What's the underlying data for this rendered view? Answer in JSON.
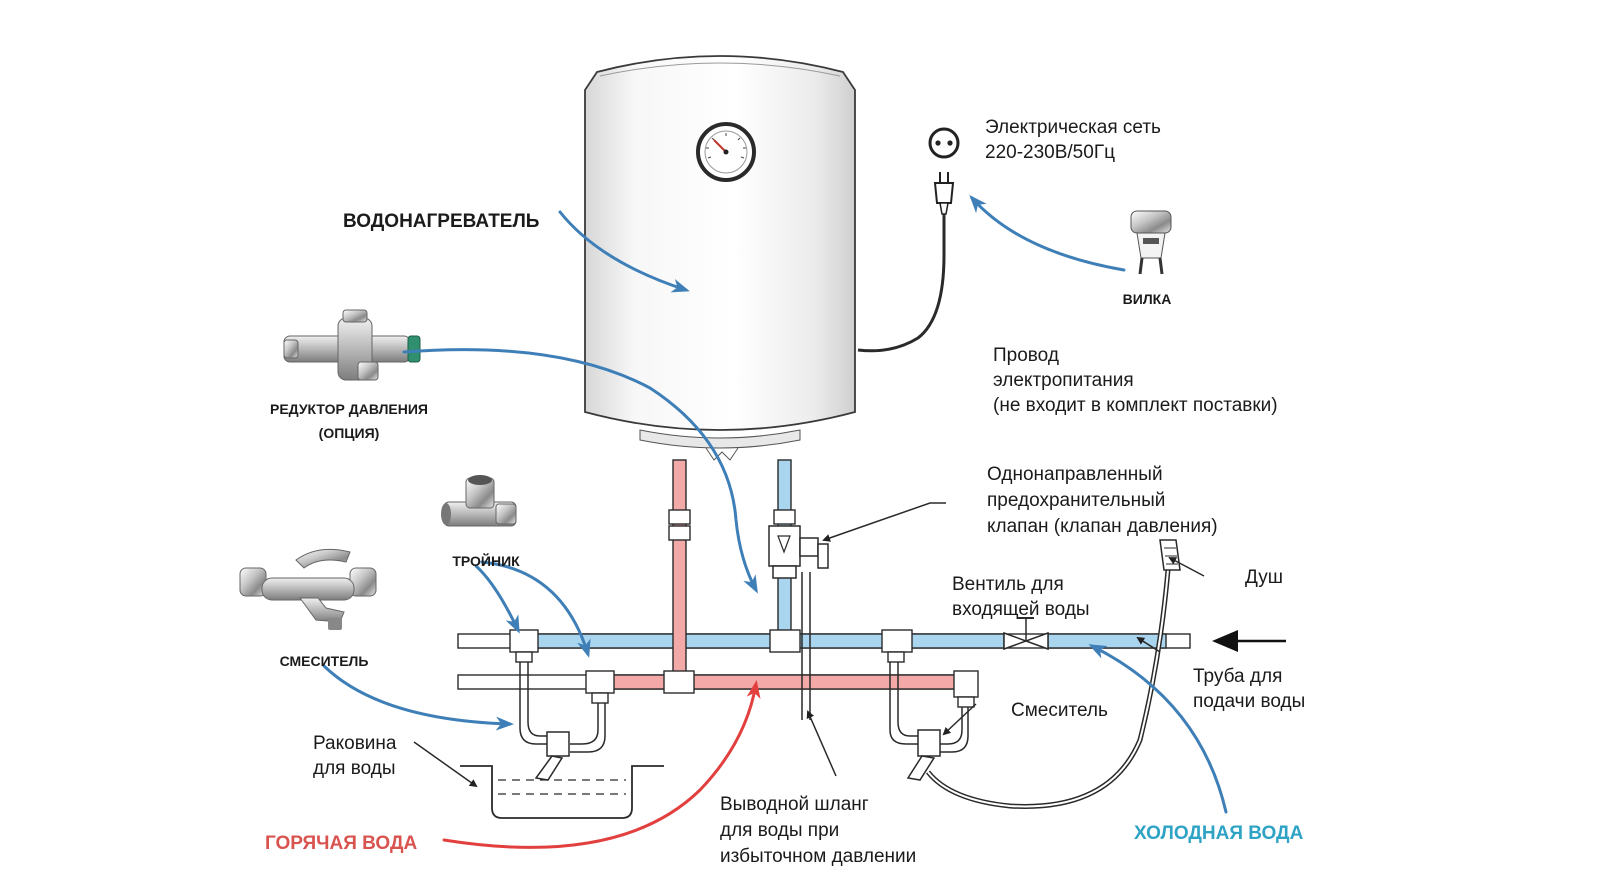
{
  "labels": {
    "heater": "ВОДОНАГРЕВАТЕЛЬ",
    "mains_line1": "Электрическая сеть",
    "mains_line2": "220-230В/50Гц",
    "plug": "ВИЛКА",
    "cable_line1": "Провод",
    "cable_line2": "электропитания",
    "cable_line3": "(не входит в комплект поставки)",
    "reducer_line1": "РЕДУКТОР ДАВЛЕНИЯ",
    "reducer_line2": "(ОПЦИЯ)",
    "valve_line1": "Однонаправленный",
    "valve_line2": "предохранительный",
    "valve_line3": "клапан (клапан давления)",
    "tee": "ТРОЙНИК",
    "mixer_caps": "СМЕСИТЕЛЬ",
    "inlet_valve_line1": "Вентиль для",
    "inlet_valve_line2": "входящей воды",
    "shower": "Душ",
    "supply_line1": "Труба для",
    "supply_line2": "подачи воды",
    "mixer": "Смеситель",
    "sink_line1": "Раковина",
    "sink_line2": "для воды",
    "hose_line1": "Выводной шланг",
    "hose_line2": "для воды при",
    "hose_line3": "избыточном давлении",
    "hot_water": "ГОРЯЧАЯ ВОДА",
    "cold_water": "ХОЛОДНАЯ ВОДА"
  },
  "colors": {
    "hot_pipe": "#f2a9a7",
    "cold_pipe": "#a9d6ee",
    "arrow_blue": "#3f7fb8",
    "arrow_red": "#e2403f",
    "hot_text": "#d9534f",
    "cold_text": "#2ea3c5"
  }
}
